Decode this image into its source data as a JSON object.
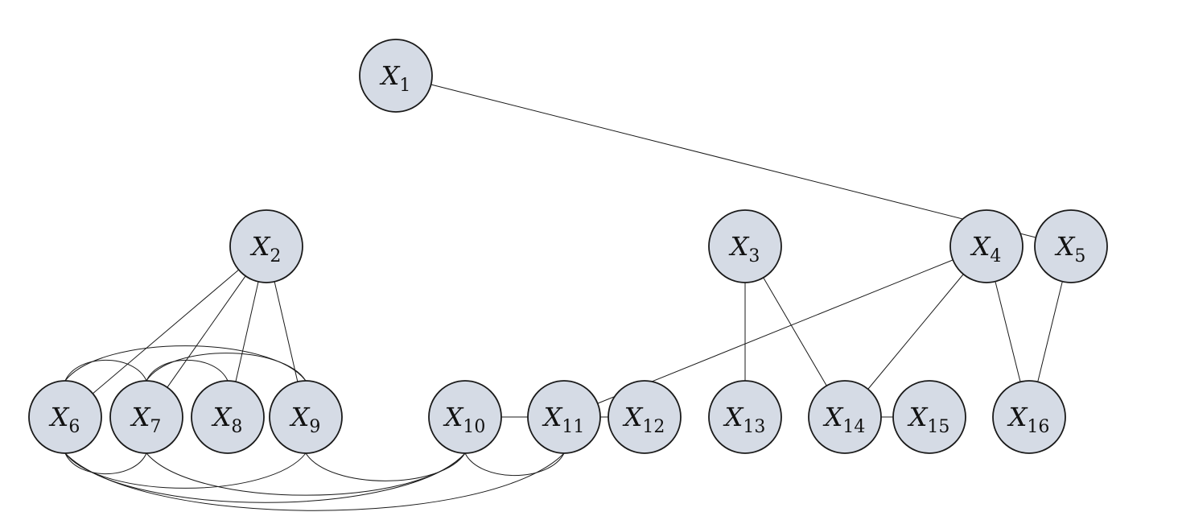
{
  "diagram": {
    "nodes": [
      {
        "id": "X1",
        "base": "X",
        "sub": "1"
      },
      {
        "id": "X2",
        "base": "X",
        "sub": "2"
      },
      {
        "id": "X3",
        "base": "X",
        "sub": "3"
      },
      {
        "id": "X4",
        "base": "X",
        "sub": "4"
      },
      {
        "id": "X5",
        "base": "X",
        "sub": "5"
      },
      {
        "id": "X6",
        "base": "X",
        "sub": "6"
      },
      {
        "id": "X7",
        "base": "X",
        "sub": "7"
      },
      {
        "id": "X8",
        "base": "X",
        "sub": "8"
      },
      {
        "id": "X9",
        "base": "X",
        "sub": "9"
      },
      {
        "id": "X10",
        "base": "X",
        "sub": "10"
      },
      {
        "id": "X11",
        "base": "X",
        "sub": "11"
      },
      {
        "id": "X12",
        "base": "X",
        "sub": "12"
      },
      {
        "id": "X13",
        "base": "X",
        "sub": "13"
      },
      {
        "id": "X14",
        "base": "X",
        "sub": "14"
      },
      {
        "id": "X15",
        "base": "X",
        "sub": "15"
      },
      {
        "id": "X16",
        "base": "X",
        "sub": "16"
      }
    ],
    "edges": [
      {
        "from": "X1",
        "to": "X5"
      },
      {
        "from": "X2",
        "to": "X6"
      },
      {
        "from": "X2",
        "to": "X7"
      },
      {
        "from": "X2",
        "to": "X8"
      },
      {
        "from": "X2",
        "to": "X9"
      },
      {
        "from": "X3",
        "to": "X13"
      },
      {
        "from": "X3",
        "to": "X14"
      },
      {
        "from": "X4",
        "to": "X11"
      },
      {
        "from": "X4",
        "to": "X14"
      },
      {
        "from": "X4",
        "to": "X16"
      },
      {
        "from": "X5",
        "to": "X16"
      },
      {
        "from": "X10",
        "to": "X11"
      },
      {
        "from": "X11",
        "to": "X12"
      },
      {
        "from": "X14",
        "to": "X15"
      }
    ],
    "arcs_top": [
      {
        "from": "X6",
        "to": "X7"
      },
      {
        "from": "X6",
        "to": "X9"
      },
      {
        "from": "X7",
        "to": "X8"
      },
      {
        "from": "X7",
        "to": "X9"
      }
    ],
    "arcs_bottom": [
      {
        "from": "X6",
        "to": "X7"
      },
      {
        "from": "X6",
        "to": "X9"
      },
      {
        "from": "X6",
        "to": "X10"
      },
      {
        "from": "X6",
        "to": "X11"
      },
      {
        "from": "X7",
        "to": "X10"
      },
      {
        "from": "X9",
        "to": "X10"
      },
      {
        "from": "X10",
        "to": "X11"
      }
    ]
  }
}
